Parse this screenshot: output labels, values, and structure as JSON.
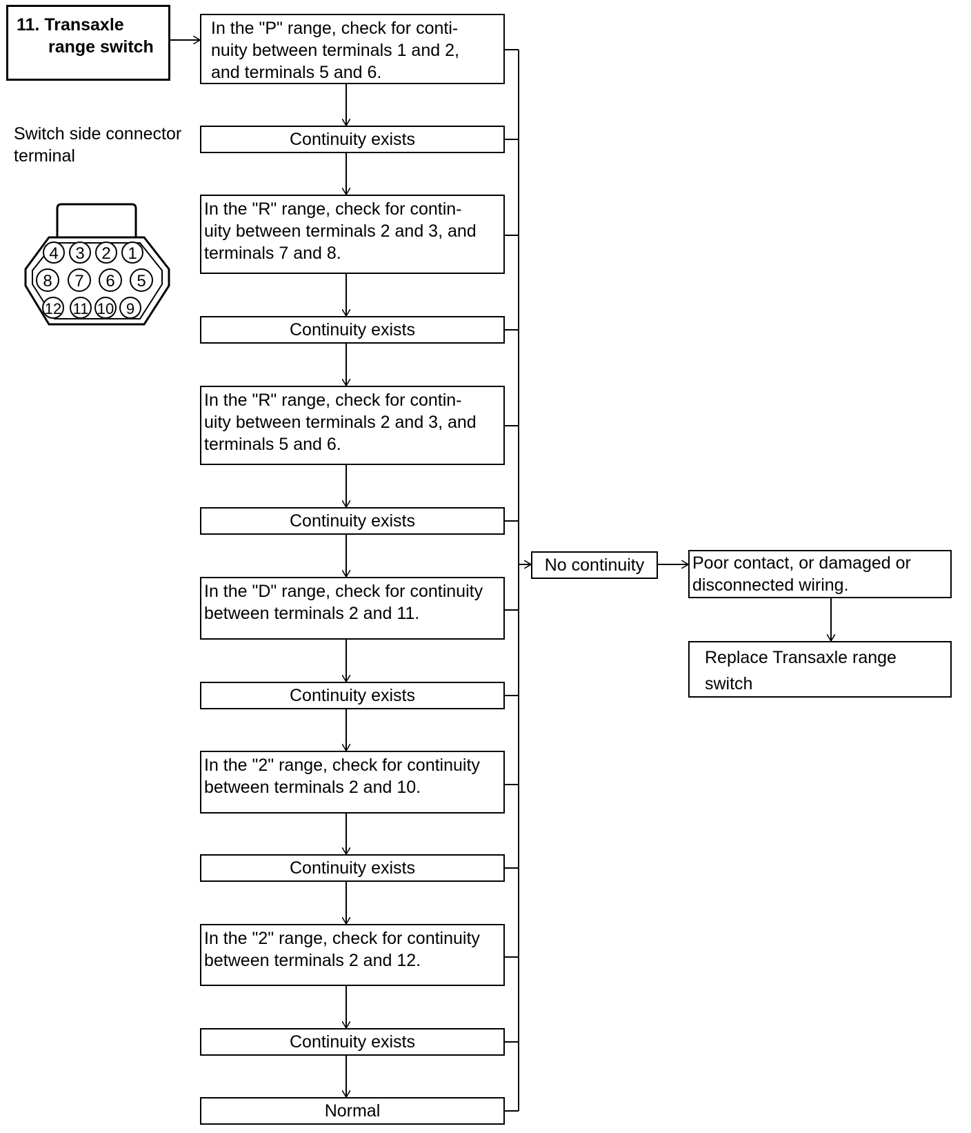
{
  "title": {
    "line1": "11. Transaxle",
    "line2": "range switch"
  },
  "connector": {
    "caption": "Switch side connector\nterminal",
    "pins_row1": [
      "4",
      "3",
      "2",
      "1"
    ],
    "pins_row2": [
      "8",
      "7",
      "6",
      "5"
    ],
    "pins_row3": [
      "12",
      "11",
      "10",
      "9"
    ]
  },
  "steps": {
    "step1": "In the \"P\" range, check for conti-\nnuity between terminals 1 and 2,\nand terminals 5 and 6.",
    "result1": "Continuity exists",
    "step2": "In the \"R\" range, check for contin-\nuity between terminals 2 and 3, and\nterminals 7 and 8.",
    "result2": "Continuity exists",
    "step3": "In the \"R\" range, check for contin-\nuity between terminals 2 and 3, and\nterminals 5 and 6.",
    "result3": "Continuity exists",
    "step4": "In the \"D\" range, check for continuity\nbetween terminals 2 and 11.",
    "result4": "Continuity exists",
    "step5": "In the \"2\" range, check for continuity\nbetween terminals 2 and 10.",
    "result5": "Continuity exists",
    "step6": "In the \"2\" range, check for continuity\nbetween terminals 2 and 12.",
    "result6": "Continuity exists",
    "final": "Normal"
  },
  "failure": {
    "no_continuity": "No continuity",
    "cause": "Poor contact, or damaged or\ndisconnected wiring.",
    "action": "Replace  Transaxle range\nswitch"
  }
}
